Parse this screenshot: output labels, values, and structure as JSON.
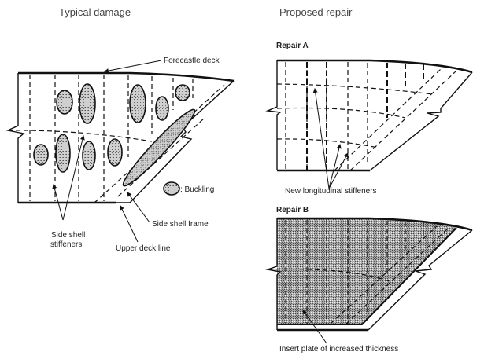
{
  "titles": {
    "left": "Typical damage",
    "right": "Proposed repair"
  },
  "left_labels": {
    "forecastle_deck": "Forecastle deck",
    "buckling": ": Buckling",
    "side_shell_frame": "Side shell frame",
    "side_shell_stiffeners_1": "Side shell",
    "side_shell_stiffeners_2": "stiffeners",
    "upper_deck_line": "Upper deck line"
  },
  "repair_a": {
    "title": "Repair A",
    "label": "New longitudinal stiffeners"
  },
  "repair_b": {
    "title": "Repair B",
    "label": "Insert plate of increased thickness"
  },
  "colors": {
    "line": "#111111",
    "stipple": "#9a9a9a"
  }
}
